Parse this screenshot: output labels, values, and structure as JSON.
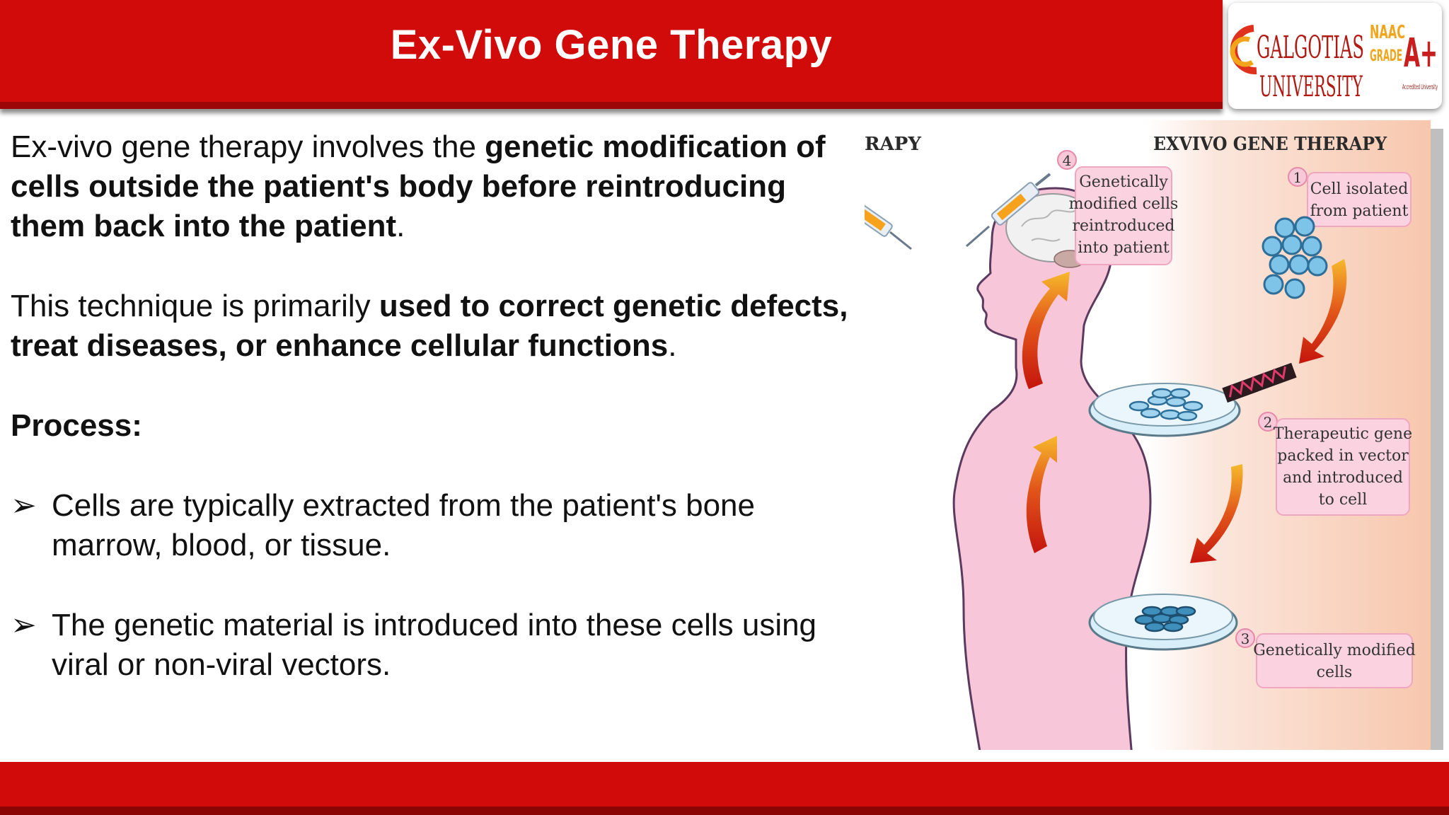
{
  "header": {
    "title": "Ex-Vivo Gene Therapy"
  },
  "logo": {
    "line1": "GALGOTIAS",
    "line2": "UNIVERSITY",
    "naac": "NAAC",
    "grade": "GRADE",
    "grade_value": "A+",
    "small": "Accredited University"
  },
  "content": {
    "para1": {
      "normal": "Ex-vivo gene therapy involves the ",
      "bold": "genetic modification of cells outside the patient's body before reintroducing them back into the patient",
      "end": "."
    },
    "para2": {
      "normal": "This technique is primarily ",
      "bold": "used to correct genetic defects, treat diseases, or enhance cellular functions",
      "end": "."
    },
    "process_heading": "Process:",
    "bullets": [
      {
        "marker": "➢",
        "text": "Cells are typically extracted from the patient's bone marrow, blood, or tissue."
      },
      {
        "marker": "➢",
        "text": "The genetic material is introduced into these cells using viral or non-viral vectors."
      }
    ]
  },
  "figure": {
    "cut_title": "RAPY",
    "title": "EXVIVO GENE THERAPY",
    "steps": [
      {
        "number": "1",
        "lines": [
          "Cell isolated",
          "from patient"
        ]
      },
      {
        "number": "2",
        "lines": [
          "Therapeutic gene",
          "packed in vector",
          "and introduced",
          "to cell"
        ]
      },
      {
        "number": "3",
        "lines": [
          "Genetically modified",
          "cells"
        ]
      },
      {
        "number": "4",
        "lines": [
          "Genetically",
          "modified cells",
          "reintroduced",
          "into patient"
        ]
      }
    ]
  },
  "colors": {
    "header_red": "#d10a0a",
    "footer_red": "#d10a0a",
    "body_pink": "#f7c6d8",
    "cell_blue": "#7ec3e8",
    "arrow_red": "#c4150d",
    "arrow_yellow": "#f6b92c"
  }
}
